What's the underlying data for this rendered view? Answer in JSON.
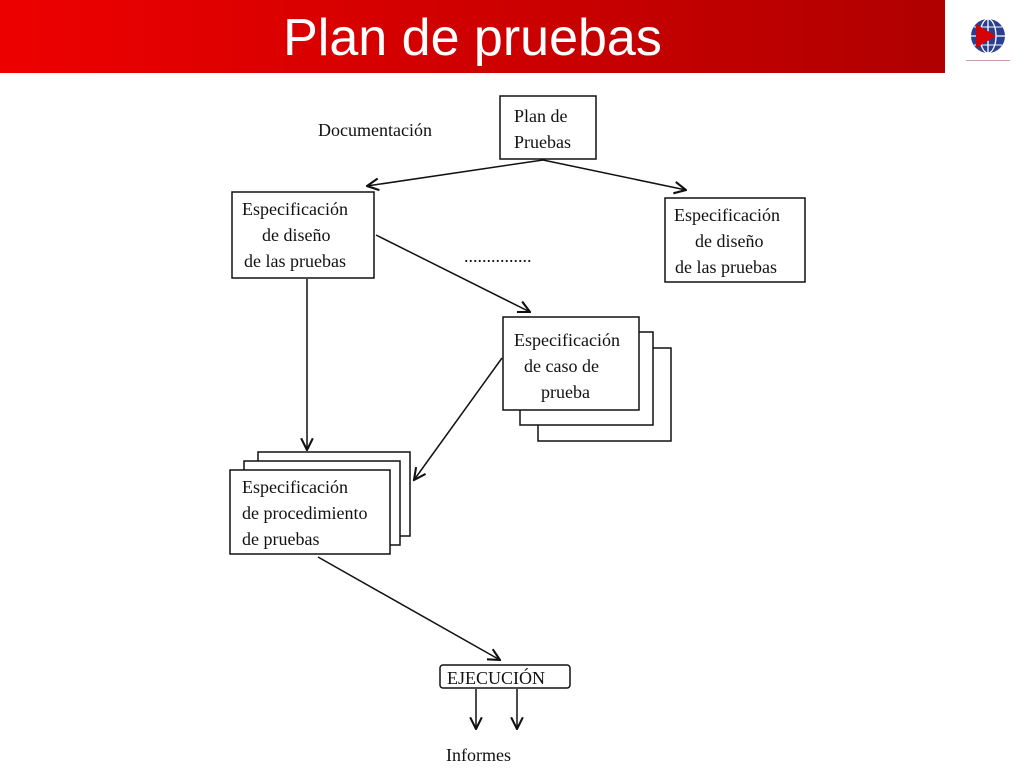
{
  "slide": {
    "title": "Plan de pruebas",
    "accent_color": "#d80000",
    "logo_icon": "globe-logo-icon"
  },
  "diagram": {
    "nodes": {
      "plan": [
        "Plan de",
        "Pruebas"
      ],
      "design_left": [
        "Especificación",
        "de diseño",
        "de las pruebas"
      ],
      "design_right": [
        "Especificación",
        "de diseño",
        "de las pruebas"
      ],
      "case": [
        "Especificación",
        "de caso de",
        "prueba"
      ],
      "procedure": [
        "Especificación",
        "de procedimiento",
        "de pruebas"
      ],
      "execution": "EJECUCIÓN"
    },
    "labels": {
      "documentation": "Documentación",
      "ellipsis": "...............",
      "reports": "Informes"
    }
  }
}
